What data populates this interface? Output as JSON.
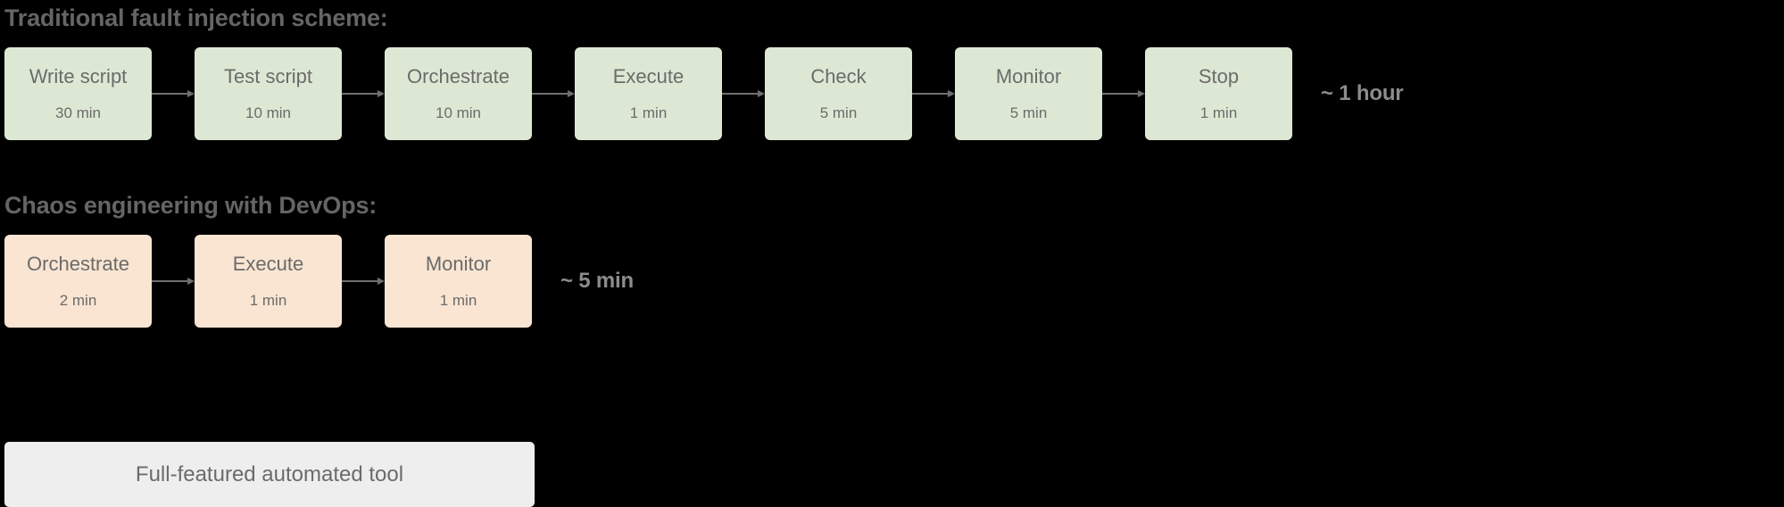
{
  "sections": [
    {
      "id": "traditional",
      "title": "Traditional fault injection scheme:",
      "box_color": "#dde8d4",
      "total": "~ 1 hour",
      "steps": [
        {
          "label": "Write script",
          "duration": "30 min"
        },
        {
          "label": "Test script",
          "duration": "10 min"
        },
        {
          "label": "Orchestrate",
          "duration": "10 min"
        },
        {
          "label": "Execute",
          "duration": "1 min"
        },
        {
          "label": "Check",
          "duration": "5 min"
        },
        {
          "label": "Monitor",
          "duration": "5 min"
        },
        {
          "label": "Stop",
          "duration": "1 min"
        }
      ]
    },
    {
      "id": "chaos",
      "title": "Chaos engineering with DevOps:",
      "box_color": "#f9e5d2",
      "total": "~ 5 min",
      "steps": [
        {
          "label": "Orchestrate",
          "duration": "2 min"
        },
        {
          "label": "Execute",
          "duration": "1 min"
        },
        {
          "label": "Monitor",
          "duration": "1 min"
        }
      ]
    }
  ],
  "footer": {
    "label": "Full-featured automated tool",
    "color": "#eeeeee"
  },
  "colors": {
    "background": "#000000",
    "text": "#6b6b6b",
    "title_text": "#656565",
    "total_text": "#8c8c8c",
    "arrow": "#6f6f6f",
    "green_box": "#dde8d4",
    "peach_box": "#f9e5d2",
    "gray_box": "#eeeeee"
  }
}
